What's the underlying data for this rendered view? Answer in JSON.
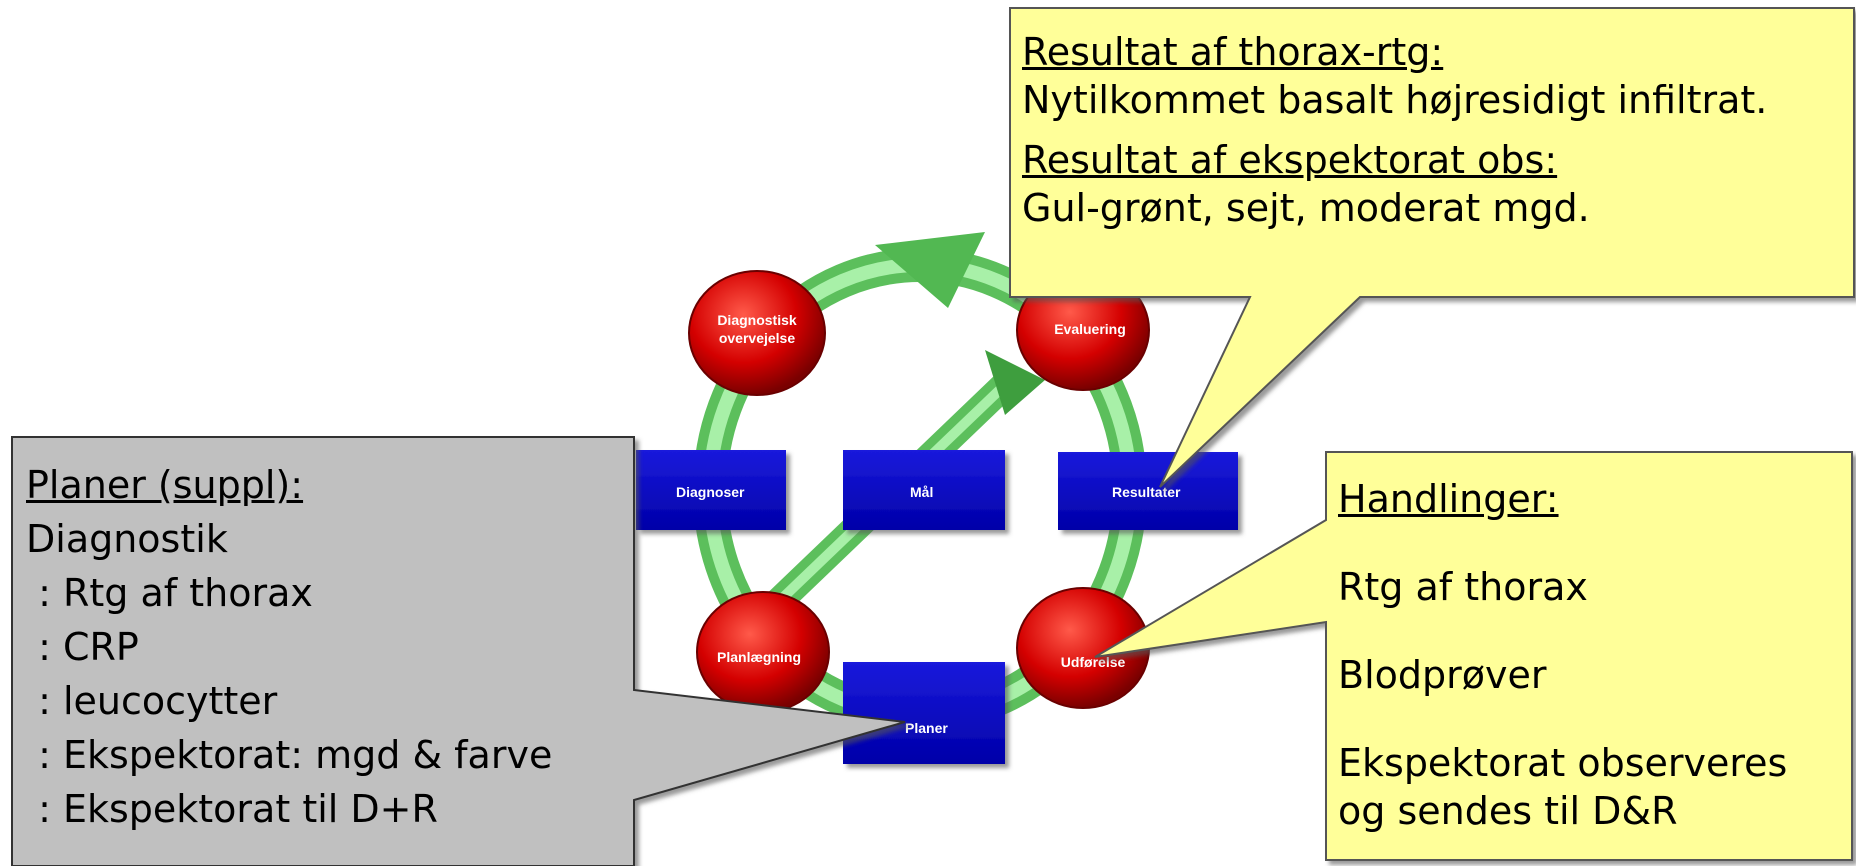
{
  "cycle": {
    "nodes": [
      "Diagnostisk overvejelse",
      "Evaluering",
      "Planlægning",
      "Udførelse"
    ],
    "boxes": [
      "Diagnoser",
      "Mål",
      "Resultater",
      "Planer"
    ]
  },
  "callouts": {
    "results": {
      "heading1": "Resultat af thorax-rtg:",
      "text1": "Nytilkommet basalt højresidigt infiltrat.",
      "heading2": "Resultat af ekspektorat obs:",
      "text2": "Gul-grønt, sejt, moderat mgd."
    },
    "planer": {
      "heading": "Planer (suppl):",
      "lines": [
        "Diagnostik",
        " : Rtg af thorax",
        " : CRP",
        " : leucocytter",
        " : Ekspektorat: mgd & farve",
        " : Ekspektorat til D+R"
      ]
    },
    "handlinger": {
      "heading": "Handlinger:",
      "items": [
        "Rtg af thorax",
        "Blodprøver",
        "Ekspektorat observeres",
        "og sendes til D&R"
      ]
    }
  },
  "colors": {
    "callout_yellow": "#ffff99",
    "callout_gray": "#c0c0c0",
    "node_red": "#d40000",
    "box_blue": "#0000cc",
    "ring_green": "#7ddc7d"
  }
}
